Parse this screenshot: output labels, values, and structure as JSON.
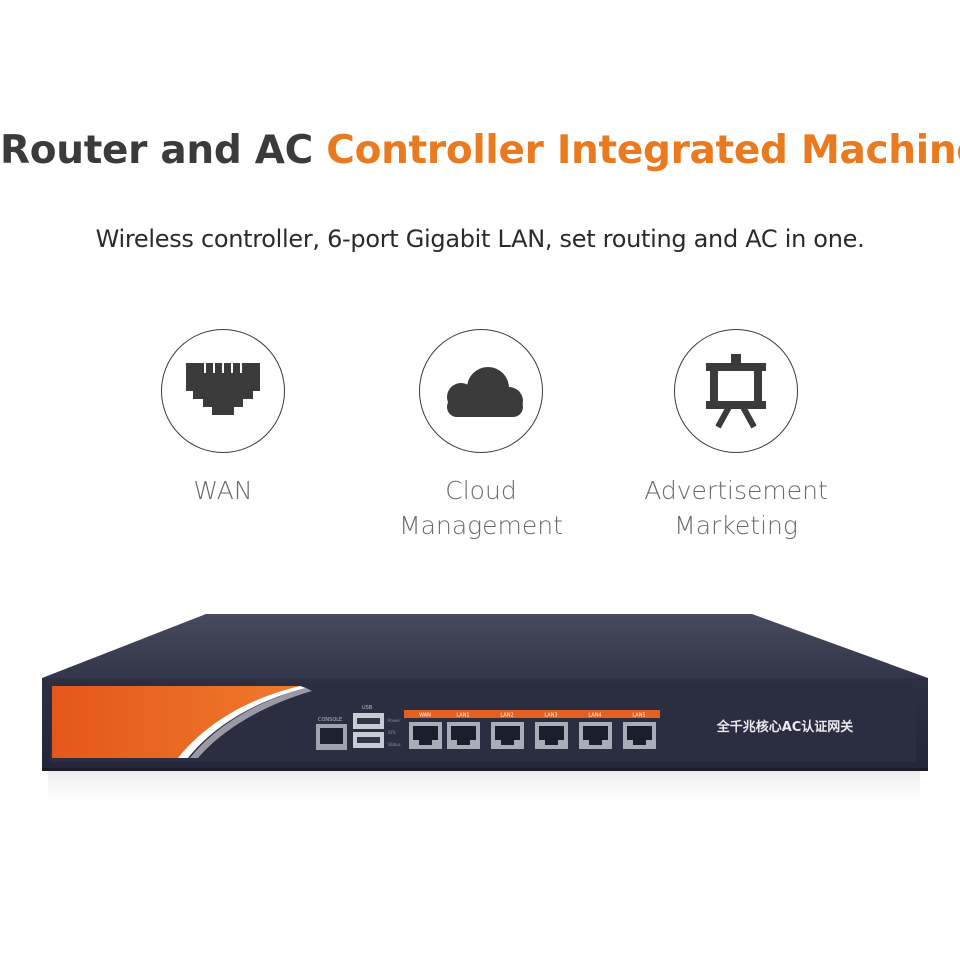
{
  "header": {
    "title_part1": "Router and AC ",
    "title_part2": "Controller Integrated Machine",
    "subtitle": "Wireless controller, 6-port Gigabit LAN, set routing and AC in one."
  },
  "features": [
    {
      "icon": "ethernet-port-icon",
      "lines": [
        "WAN"
      ]
    },
    {
      "icon": "cloud-icon",
      "lines": [
        "Cloud",
        "Management"
      ]
    },
    {
      "icon": "presentation-board-icon",
      "lines": [
        "Advertisement",
        "Marketing"
      ]
    }
  ],
  "device": {
    "console_label": "CONSOLE",
    "usb_label": "USB",
    "led_labels": [
      "Power",
      "SYS",
      "Status"
    ],
    "port_labels": [
      "WAN",
      "LAN1",
      "LAN2",
      "LAN3",
      "LAN4",
      "LAN5"
    ],
    "brand_text": "全千兆核心AC认证网关"
  },
  "colors": {
    "accent": "#ea7a20",
    "dark_text": "#3b3b3b",
    "device_body": "#2e3243",
    "device_top": "#3d4052"
  }
}
